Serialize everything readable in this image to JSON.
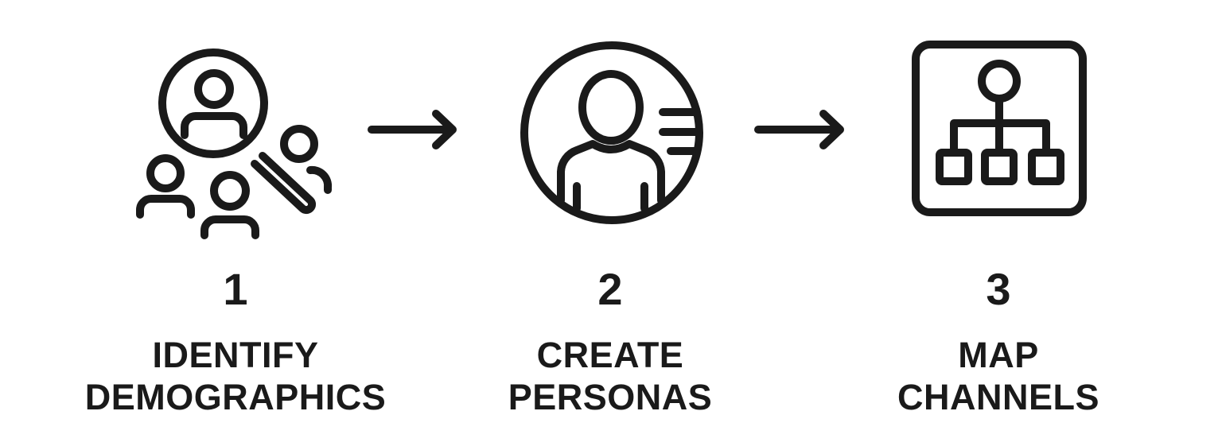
{
  "steps": [
    {
      "number": "1",
      "label_line1": "IDENTIFY",
      "label_line2": "DEMOGRAPHICS",
      "icon": "magnifier-people-icon"
    },
    {
      "number": "2",
      "label_line1": "CREATE",
      "label_line2": "PERSONAS",
      "icon": "persona-profile-icon"
    },
    {
      "number": "3",
      "label_line1": "MAP",
      "label_line2": "CHANNELS",
      "icon": "hierarchy-chart-icon"
    }
  ],
  "connectors": [
    {
      "icon": "arrow-right-icon"
    },
    {
      "icon": "arrow-right-icon"
    }
  ],
  "colors": {
    "stroke": "#1a1a1a",
    "background": "#ffffff"
  }
}
